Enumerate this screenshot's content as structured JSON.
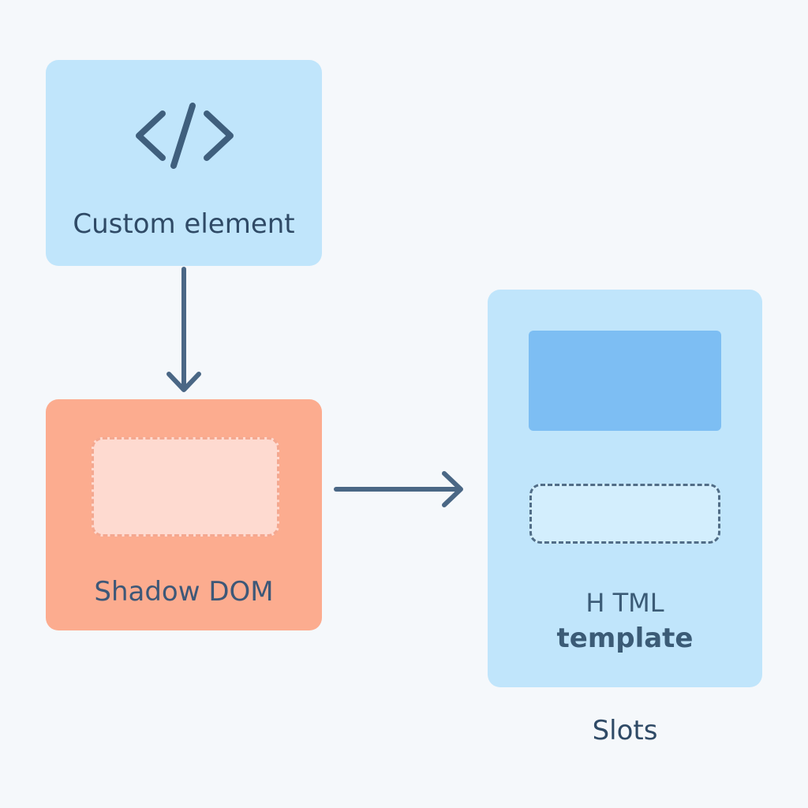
{
  "diagram": {
    "custom_element": {
      "label": "Custom element",
      "icon": "code-brackets-icon"
    },
    "shadow_dom": {
      "label": "Shadow DOM"
    },
    "html_template": {
      "label_line1": "H TML",
      "label_line2": "template"
    },
    "slots": {
      "label": "Slots"
    },
    "colors": {
      "background": "#f5f8fb",
      "blue_box": "#c0e5fb",
      "orange_box": "#fcac8f",
      "dark_blue_block": "#7dbef3",
      "text": "#2f4a66",
      "arrow": "#4a6785"
    }
  }
}
